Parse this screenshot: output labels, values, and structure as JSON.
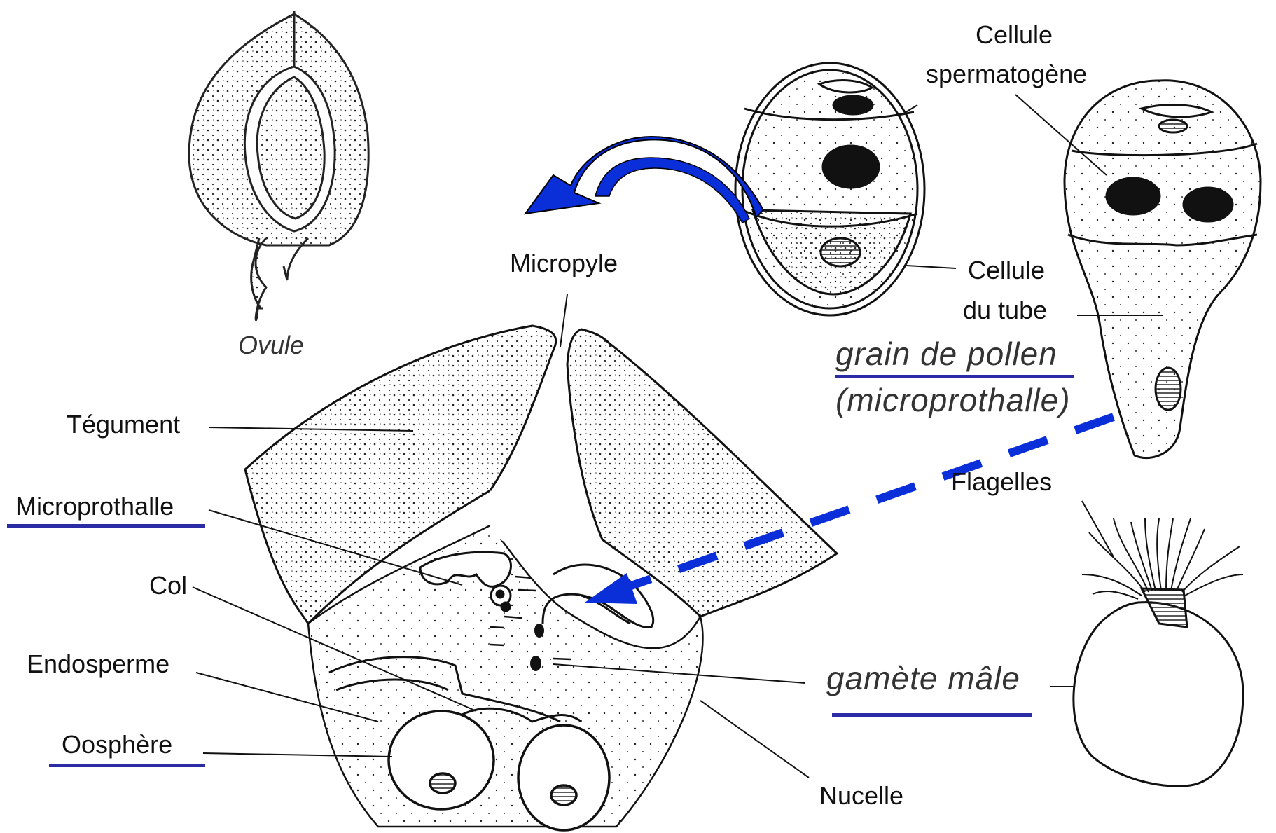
{
  "labels": {
    "ovule": "Ovule",
    "micropyle": "Micropyle",
    "tegument": "Tégument",
    "microprothalle": "Microprothalle",
    "col": "Col",
    "endosperme": "Endosperme",
    "oosphere": "Oosphère",
    "nucelle": "Nucelle",
    "cellule_spermatogene_1": "Cellule",
    "cellule_spermatogene_2": "spermatogène",
    "cellule_tube_1": "Cellule",
    "cellule_tube_2": "du tube",
    "grain_pollen": "grain de pollen",
    "microprothalle_paren": "(microprothalle)",
    "flagelles": "Flagelles",
    "gamete_male": "gamète mâle"
  },
  "colors": {
    "arrow_blue": "#0a2fd9",
    "underline": "#2b2ba6",
    "ink": "#111111"
  }
}
